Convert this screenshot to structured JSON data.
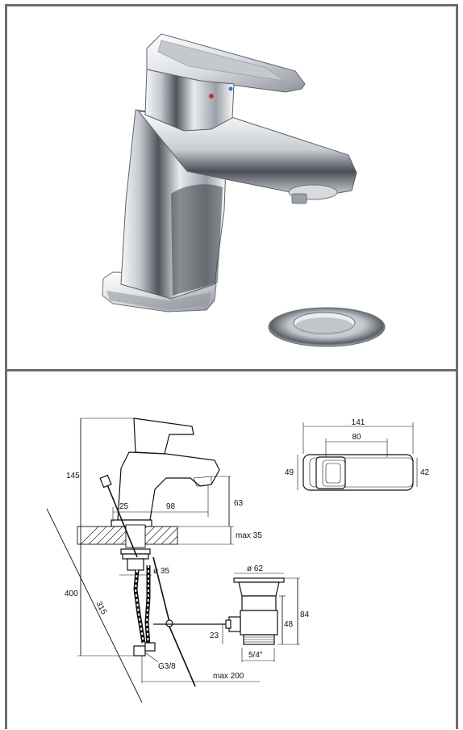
{
  "dimensions": {
    "top_width": "141",
    "top_handle_width": "80",
    "top_left_height": "49",
    "top_right_height": "42",
    "body_height": "145",
    "spout_height": "63",
    "base_offset": "25",
    "spout_reach": "98",
    "deck_thickness": "max 35",
    "shank_diameter": "ø 35",
    "total_height": "400",
    "hose_length": "315",
    "waste_diameter": "ø 62",
    "waste_height": "84",
    "waste_body_height": "48",
    "waste_offset": "23",
    "waste_thread": "5/4\"",
    "connector_thread": "G3/8",
    "rod_length": "max 200"
  },
  "colors": {
    "frame": "#6d6d6d",
    "chrome_dark": "#3c3f44",
    "chrome_light": "#f4f5f7"
  }
}
